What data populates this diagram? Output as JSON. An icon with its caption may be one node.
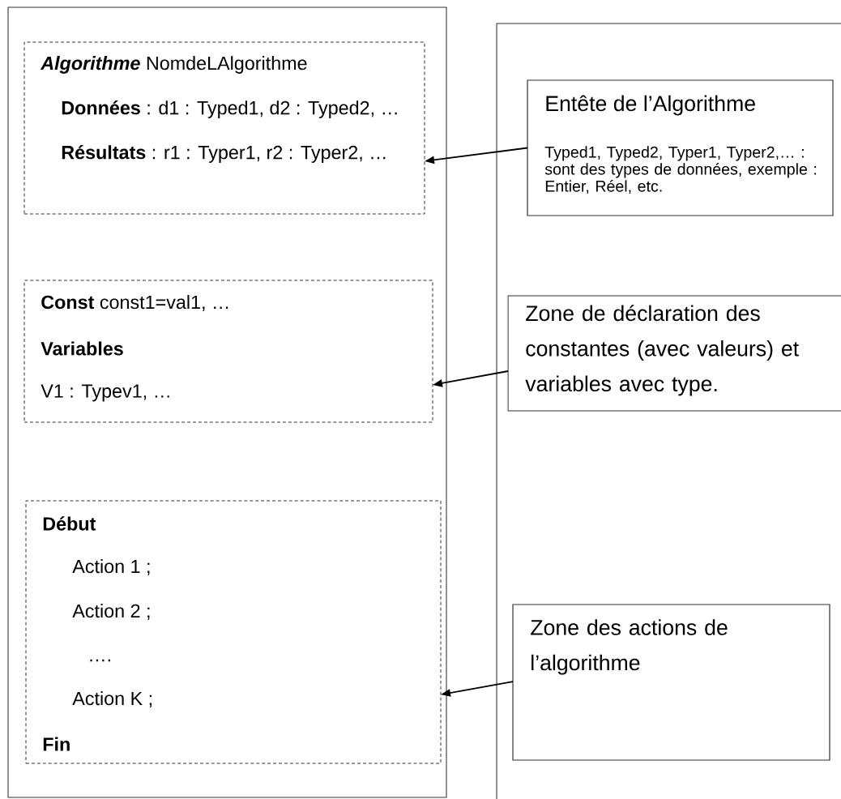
{
  "diagram": {
    "nodes": [
      {
        "text": [],
        "shape": "box"
      },
      {
        "text": [
          "**Algorithme** NomdeLAlgorithme",
          "**Données** : d1 : Typed1, d2 : Typed2, …",
          "**Résultats** : r1 : Typer1, r2 : Typer2, …"
        ],
        "in": 0
      },
      {
        "text": [
          "**Const** const1=val1, …",
          "Variables",
          "V1 : Typev1, …"
        ],
        "in": 0
      },
      {
        "text": [
          "Début",
          "Action 1 ;",
          "Action 2 ;",
          "….",
          "Action K ;",
          "Fin"
        ],
        "in": 0
      },
      {
        "text": [],
        "shape": "box"
      },
      {
        "text": [
          "Entête de l’Algorithme",
          "Typed1, Typed2, Typer1, Typer2,… : sont des types de données, exemple : Entier, Réel, etc."
        ],
        "in": 4
      },
      {
        "text": [
          "Zone de déclaration des constantes (avec valeurs) et variables avec type."
        ],
        "in": 4
      },
      {
        "text": [
          "Zone des actions de l’algorithme"
        ],
        "in": 4
      }
    ],
    "edges": [
      {
        "from": 5,
        "to": 1,
        "arrow": "to"
      },
      {
        "from": 6,
        "to": 2,
        "arrow": "to"
      },
      {
        "from": 7,
        "to": 3,
        "arrow": "to"
      }
    ]
  }
}
